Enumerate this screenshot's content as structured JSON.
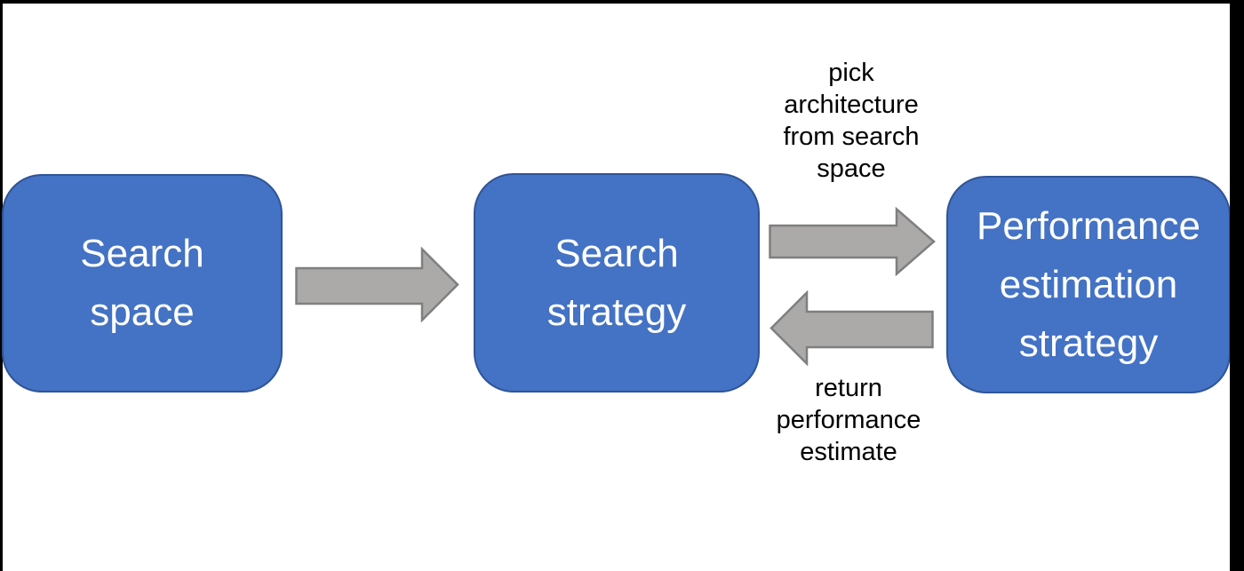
{
  "colors": {
    "background": "#FFFFFF",
    "box_fill": "#4472C4",
    "box_border": "#2F5597",
    "box_text": "#FFFFFF",
    "arrow_fill": "#ACA9A9",
    "arrow_border": "#7F7F7F",
    "annotation_text": "#000000",
    "frame_border": "#000000"
  },
  "boxes": [
    {
      "label": "Search space",
      "lines": [
        "Search",
        "space"
      ]
    },
    {
      "label": "Search strategy",
      "lines": [
        "Search",
        "strategy"
      ]
    },
    {
      "label": "Performance estimation strategy",
      "lines": [
        "Performance",
        "estimation",
        "strategy"
      ]
    }
  ],
  "arrows": [
    {
      "name": "search-space-to-search-strategy",
      "direction": "right",
      "label": ""
    },
    {
      "name": "search-strategy-to-performance-estimation",
      "direction": "right",
      "label": "pick architecture from search space"
    },
    {
      "name": "performance-estimation-to-search-strategy",
      "direction": "left",
      "label": "return performance estimate"
    }
  ],
  "annotations": {
    "pick": {
      "lines": [
        "pick",
        "architecture",
        "from search",
        "space"
      ]
    },
    "return": {
      "lines": [
        "return",
        "performance",
        "estimate"
      ]
    }
  }
}
